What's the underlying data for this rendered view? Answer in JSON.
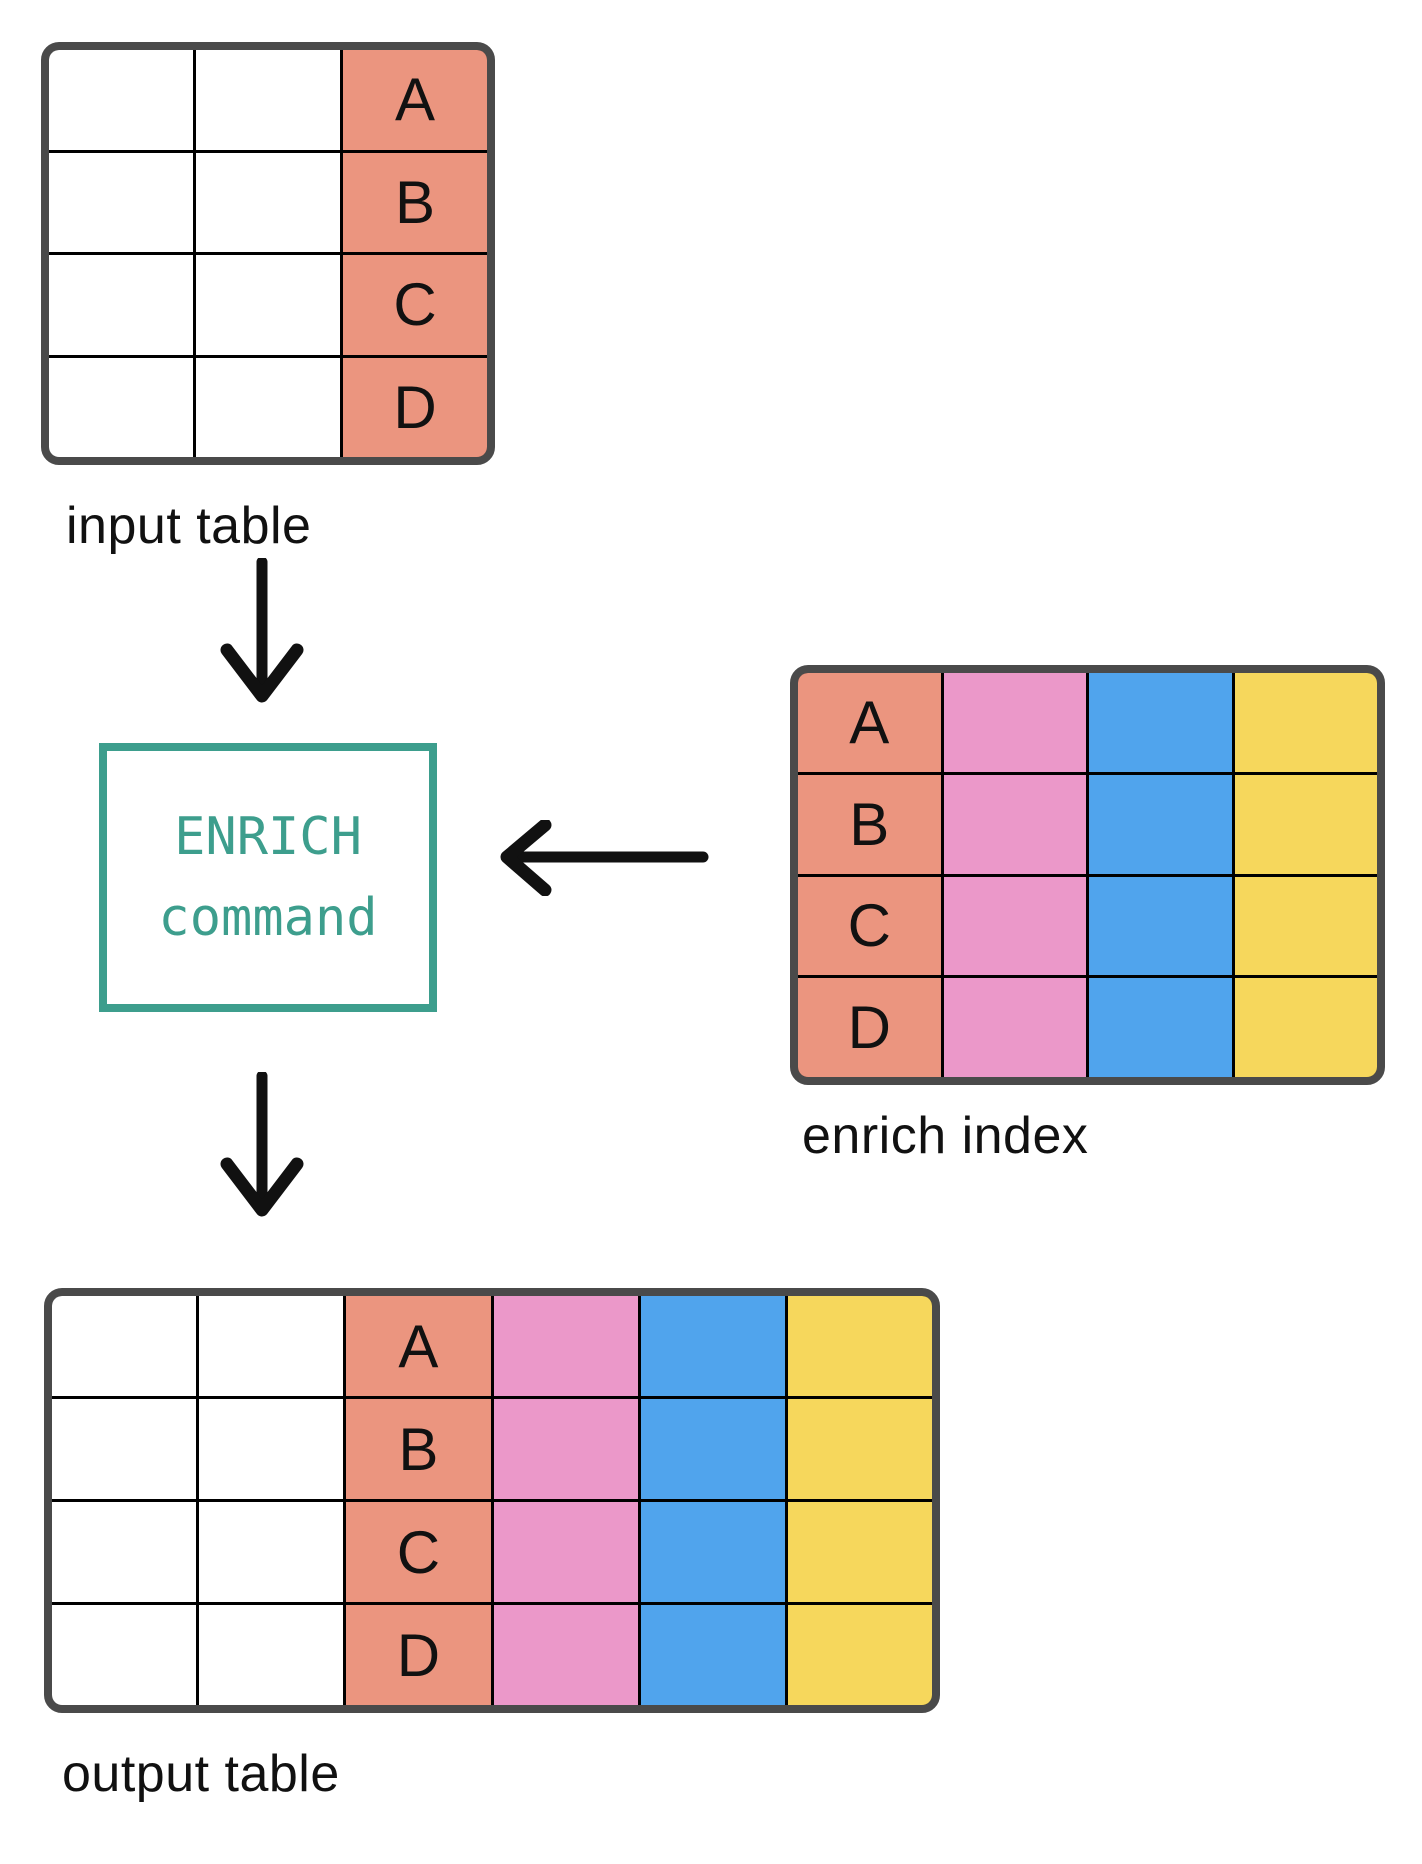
{
  "labels": {
    "input": "input table",
    "enrich": "enrich index",
    "output": "output table"
  },
  "command_box": {
    "line1": "ENRICH",
    "line2": "command"
  },
  "colors": {
    "white": "#FFFFFF",
    "salmon": "#EB957F",
    "pink": "#EB98C9",
    "blue": "#50A4ED",
    "yellow": "#F6D75C",
    "teal": "#3D9E8D",
    "border_dark": "#4A4A4A",
    "grid_line": "#000000",
    "arrow": "#111111",
    "text": "#111111"
  },
  "tables": {
    "input": {
      "rows": 4,
      "columns": [
        {
          "fill": "white",
          "letters": []
        },
        {
          "fill": "white",
          "letters": []
        },
        {
          "fill": "salmon",
          "letters": [
            "A",
            "B",
            "C",
            "D"
          ]
        }
      ]
    },
    "enrich": {
      "rows": 4,
      "columns": [
        {
          "fill": "salmon",
          "letters": [
            "A",
            "B",
            "C",
            "D"
          ]
        },
        {
          "fill": "pink",
          "letters": []
        },
        {
          "fill": "blue",
          "letters": []
        },
        {
          "fill": "yellow",
          "letters": []
        }
      ]
    },
    "output": {
      "rows": 4,
      "columns": [
        {
          "fill": "white",
          "letters": []
        },
        {
          "fill": "white",
          "letters": []
        },
        {
          "fill": "salmon",
          "letters": [
            "A",
            "B",
            "C",
            "D"
          ]
        },
        {
          "fill": "pink",
          "letters": []
        },
        {
          "fill": "blue",
          "letters": []
        },
        {
          "fill": "yellow",
          "letters": []
        }
      ]
    }
  }
}
